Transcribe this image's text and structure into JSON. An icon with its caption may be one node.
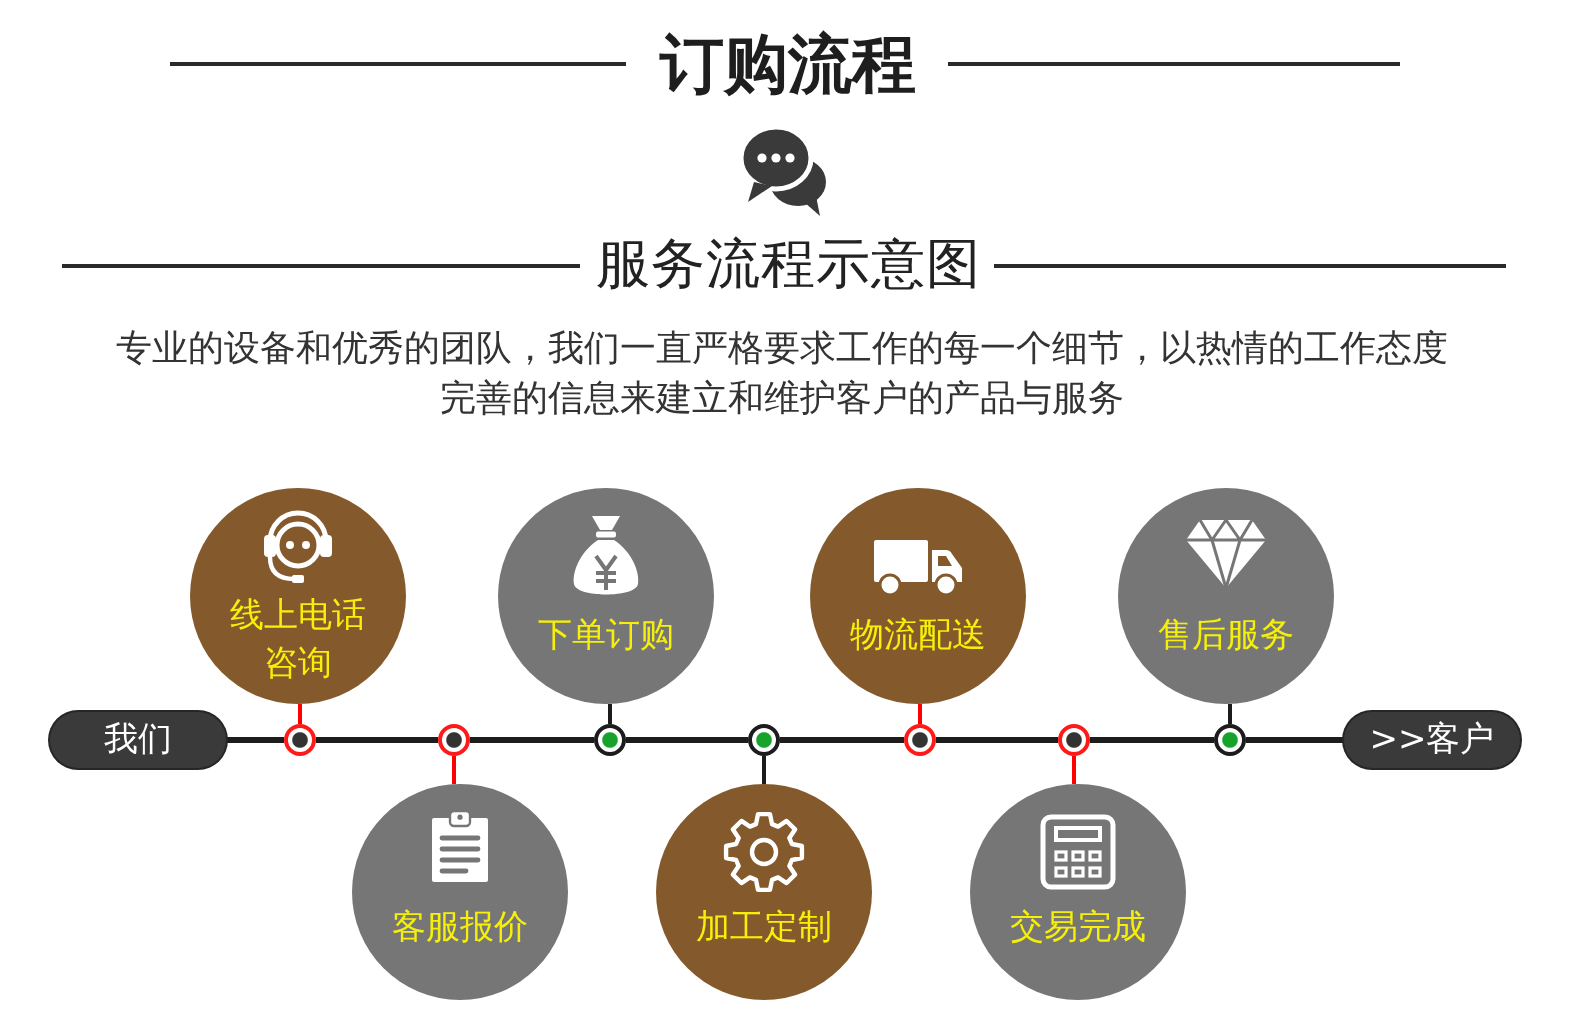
{
  "diagram": {
    "title": "订购流程",
    "nodes": [
      {
        "text": [
          "我们"
        ]
      },
      {
        "text": [
          "线上电话咨询"
        ]
      },
      {
        "text": [
          "客服报价"
        ]
      },
      {
        "text": [
          "下单订购"
        ]
      },
      {
        "text": [
          "加工定制"
        ]
      },
      {
        "text": [
          "物流配送"
        ]
      },
      {
        "text": [
          "交易完成"
        ]
      },
      {
        "text": [
          "售后服务"
        ]
      },
      {
        "text": [
          ">>客户"
        ]
      },
      {
        "text": [],
        "shape": "circle"
      },
      {
        "text": [],
        "shape": "circle"
      },
      {
        "text": [],
        "shape": "circle"
      },
      {
        "text": [],
        "shape": "circle"
      },
      {
        "text": [],
        "shape": "circle"
      },
      {
        "text": [],
        "shape": "circle"
      },
      {
        "text": [],
        "shape": "circle"
      }
    ],
    "edges": [
      {
        "from": 0,
        "to": 9,
        "arrow": "none"
      },
      {
        "from": 9,
        "to": 10,
        "arrow": "none"
      },
      {
        "from": 10,
        "to": 11,
        "arrow": "none"
      },
      {
        "from": 11,
        "to": 12,
        "arrow": "none"
      },
      {
        "from": 12,
        "to": 13,
        "arrow": "none"
      },
      {
        "from": 13,
        "to": 14,
        "arrow": "none"
      },
      {
        "from": 14,
        "to": 15,
        "arrow": "none"
      },
      {
        "from": 15,
        "to": 8,
        "arrow": "none"
      },
      {
        "from": 9,
        "to": 1,
        "arrow": "none",
        "color": "#ff0000"
      },
      {
        "from": 10,
        "to": 2,
        "arrow": "none",
        "color": "#ff0000"
      },
      {
        "from": 11,
        "to": 3,
        "arrow": "none"
      },
      {
        "from": 12,
        "to": 4,
        "arrow": "none"
      },
      {
        "from": 13,
        "to": 5,
        "arrow": "none",
        "color": "#ff0000"
      },
      {
        "from": 14,
        "to": 6,
        "arrow": "none",
        "color": "#ff0000"
      },
      {
        "from": 15,
        "to": 7,
        "arrow": "none"
      }
    ],
    "labels": [
      "服务流程示意图",
      "专业的设备和优秀的团队，我们一直严格要求工作的每一个细节，以热情的工作态度完善的信息来建立和维护客户的产品与服务"
    ]
  }
}
